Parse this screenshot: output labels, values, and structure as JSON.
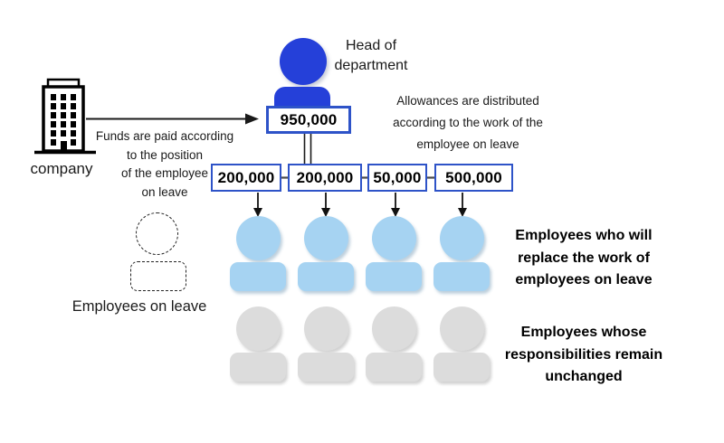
{
  "colors": {
    "head_blue": "#2540D9",
    "box_border": "#2E53C8",
    "replacement_fill": "#A6D3F2",
    "unchanged_fill": "#DCDCDC"
  },
  "head": {
    "title": "Head of\ndepartment",
    "amount": "950,000"
  },
  "funding": {
    "source_label": "company",
    "note": "Funds are paid according\nto the position\nof the employee\non leave"
  },
  "distribution": {
    "note": "Allowances are distributed\naccording to the work of the\nemployee on leave",
    "amounts": [
      "200,000",
      "200,000",
      "50,000",
      "500,000"
    ]
  },
  "groups": {
    "on_leave_label": "Employees on leave",
    "replacement_label": "Employees who will\nreplace the work of\nemployees on leave",
    "unchanged_label": "Employees whose\nresponsibilities remain\nunchanged"
  }
}
